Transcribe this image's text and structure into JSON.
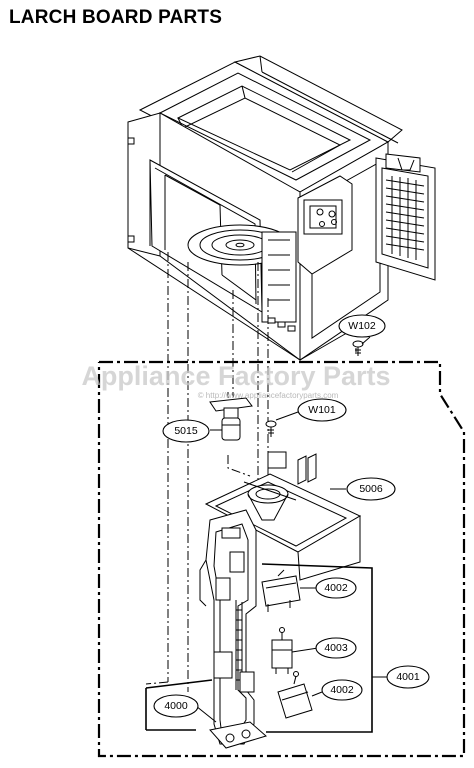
{
  "title": "LARCH BOARD PARTS",
  "watermark": {
    "main": "Appliance Factory Parts",
    "sub": "© http://www.appliancefactoryparts.com"
  },
  "callouts": {
    "w102": "W102",
    "w101": "W101",
    "p5015": "5015",
    "p5006": "5006",
    "p4002_upper": "4002",
    "p4003": "4003",
    "p4001": "4001",
    "p4002_lower": "4002",
    "p4000": "4000"
  }
}
